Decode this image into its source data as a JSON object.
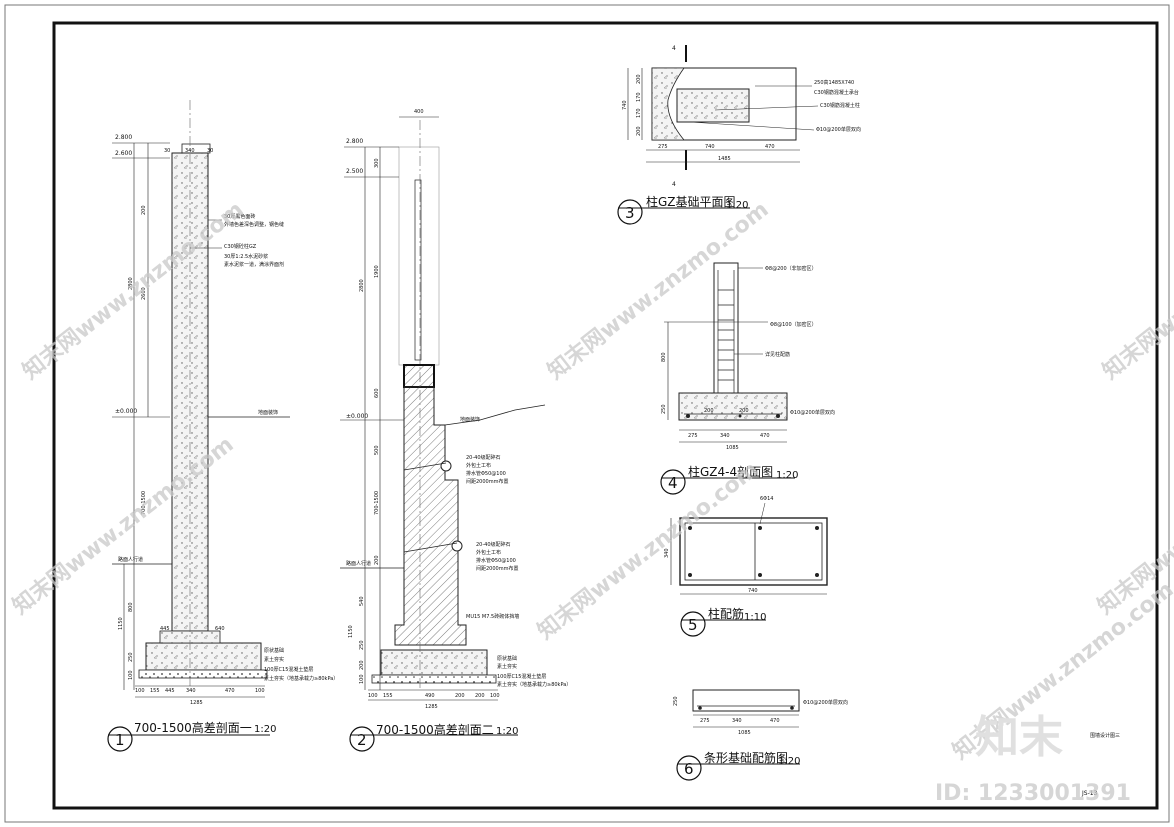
{
  "drawings": [
    {
      "number": "1",
      "title": "700-1500高差剖面一",
      "scale": "1:20"
    },
    {
      "number": "2",
      "title": "700-1500高差剖面二",
      "scale": "1:20"
    },
    {
      "number": "3",
      "title": "柱GZ基础平面图",
      "scale": "1:20"
    },
    {
      "number": "4",
      "title": "柱GZ4-4剖面图",
      "scale": "1:20"
    },
    {
      "number": "5",
      "title": "柱配筋",
      "scale": "1:10"
    },
    {
      "number": "6",
      "title": "条形基础配筋图",
      "scale": "1:20"
    }
  ],
  "section1": {
    "elevations": [
      "2.800",
      "2.600",
      "±0.000"
    ],
    "top_dims": [
      "30",
      "340",
      "30"
    ],
    "vertical_dims": [
      "200",
      "2600",
      "2800",
      "700-1500",
      "800",
      "1150",
      "250",
      "100"
    ],
    "bottom_dims": [
      "100",
      "155",
      "445",
      "340",
      "470",
      "100"
    ],
    "total": "1285",
    "upper_dims": [
      "445",
      "640"
    ],
    "notes": [
      "30厚黑色面砖",
      "外墙色差深色调整，钢色缝",
      "C30钢砼柱GZ",
      "30厚1:2.5水泥砂浆",
      "素水泥浆一道，满涂界面剂"
    ],
    "ground_note": "地面装饰",
    "base_notes": [
      "原状基础",
      "素土夯实",
      "100厚C15混凝土垫层",
      "素土夯实（地基承载力≥80kPa）"
    ],
    "person_level": "路面人行道"
  },
  "section2": {
    "top_dim": "400",
    "elevations": [
      "2.800",
      "2.500",
      "±0.000"
    ],
    "vertical_dims": [
      "300",
      "1900",
      "2800",
      "600",
      "500",
      "700-1500",
      "200",
      "540",
      "1150",
      "250",
      "200",
      "100"
    ],
    "bottom_dims": [
      "100",
      "155",
      "490",
      "200",
      "200",
      "100"
    ],
    "total": "1285",
    "notes_a": [
      "20-40级配碎石",
      "外包土工布",
      "排水管Φ50@100",
      "间距2000mm布置"
    ],
    "notes_b": [
      "20-40级配碎石",
      "外包土工布",
      "排水管Φ50@100",
      "间距2000mm布置"
    ],
    "masonry": "MU15 M7.5砖砌体挡墙",
    "ground_note": "地面装饰",
    "person_level": "路面人行道",
    "base_notes": [
      "原状基础",
      "素土夯实",
      "100厚C15混凝土垫层",
      "素土夯实（地基承载力≥80kPa）"
    ]
  },
  "plan3": {
    "cut_mark": "4",
    "left_dims": [
      "200",
      "170",
      "170",
      "200"
    ],
    "overall_height": "740",
    "bottom_dims": [
      "275",
      "740",
      "470"
    ],
    "total": "1485",
    "notes": [
      "250高1485X740",
      "C30钢筋混凝土承台",
      "C30钢筋混凝土柱",
      "Φ10@200单层双向"
    ]
  },
  "section4": {
    "notes": [
      "Φ8@200（非加密区）",
      "Φ8@100（加密区）",
      "详见柱配筋",
      "Φ10@200单层双向"
    ],
    "dims_vertical": [
      "800",
      "250"
    ],
    "inner_dims": [
      "200",
      "200"
    ],
    "bottom_dims": [
      "275",
      "340",
      "470"
    ],
    "total": "1085"
  },
  "detail5": {
    "bar_label": "6Φ14",
    "height": "340",
    "width": "740"
  },
  "detail6": {
    "height": "250",
    "note": "Φ10@200单层双向",
    "bottom_dims": [
      "275",
      "340",
      "470"
    ],
    "total": "1085"
  },
  "side_note": "围墙设计图三",
  "sheet_code": "JS-13",
  "watermark": {
    "text": "知末网www.znzmo.com",
    "logo": "知末",
    "id": "ID: 1233001391"
  }
}
